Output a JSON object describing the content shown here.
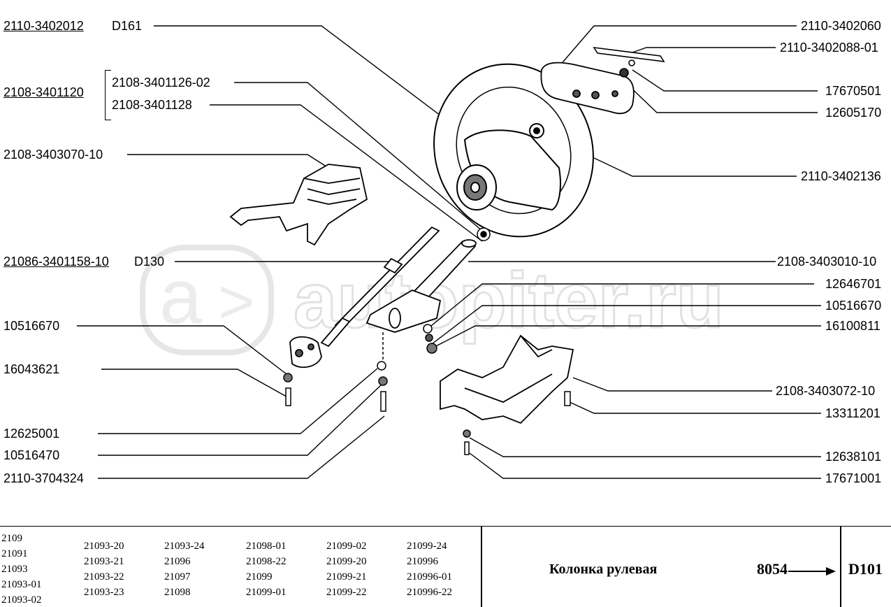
{
  "labels_left": {
    "l1": "2110-3402012",
    "l1b": "D161",
    "l2": "2108-3401120",
    "l2a": "2108-3401126-02",
    "l2b": "2108-3401128",
    "l3": "2108-3403070-10",
    "l4": "21086-3401158-10",
    "l4b": "D130",
    "l5": "10516670",
    "l6": "16043621",
    "l7": "12625001",
    "l8": "10516470",
    "l9": "2110-3704324"
  },
  "labels_right": {
    "r1": "2110-3402060",
    "r2": "2110-3402088-01",
    "r3": "17670501",
    "r4": "12605170",
    "r5": "2110-3402136",
    "r6": "2108-3403010-10",
    "r7": "12646701",
    "r8": "10516670",
    "r9": "16100811",
    "r10": "2108-3403072-10",
    "r11": "13311201",
    "r12": "12638101",
    "r13": "17671001"
  },
  "watermark": "autopiter.ru",
  "footer": {
    "models": [
      [
        "2109",
        "21091",
        "21093",
        "21093-01",
        "21093-02"
      ],
      [
        "21093-20",
        "21093-21",
        "21093-22",
        "21093-23"
      ],
      [
        "21093-24",
        "21096",
        "21097",
        "21098"
      ],
      [
        "21098-01",
        "21098-22",
        "21099",
        "21099-01"
      ],
      [
        "21099-02",
        "21099-20",
        "21099-21",
        "21099-22"
      ],
      [
        "21099-24",
        "210996",
        "210996-01",
        "210996-22"
      ]
    ],
    "title": "Колонка рулевая",
    "code": "8054",
    "page_code": "D101"
  }
}
